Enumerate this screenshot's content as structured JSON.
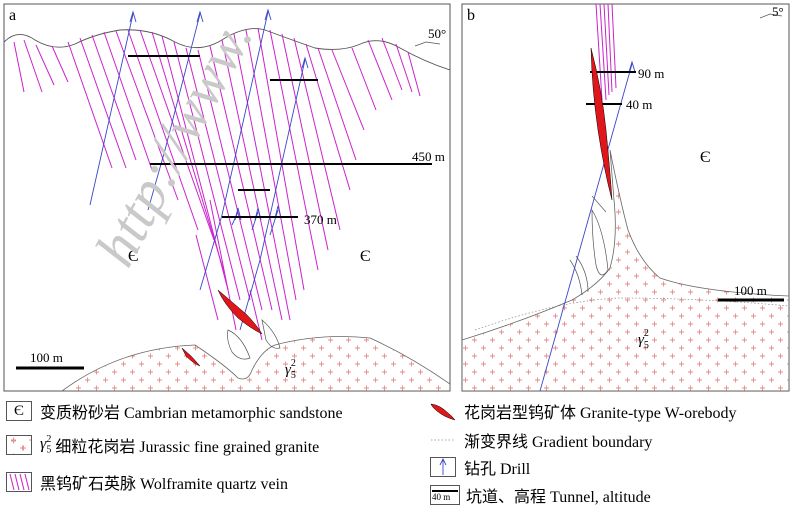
{
  "panels": {
    "a": {
      "label": "a",
      "dip": "50°",
      "tunnels": [
        "450 m",
        "370 m"
      ],
      "rock_labels": [
        "Є",
        "Є"
      ],
      "granite_label_base": "γ",
      "granite_label_sub": "5",
      "granite_label_sup": "2",
      "scale": "100 m"
    },
    "b": {
      "label": "b",
      "dip": "5°",
      "tunnels": [
        "90 m",
        "40 m"
      ],
      "rock_label": "Є",
      "granite_label_base": "γ",
      "granite_label_sub": "5",
      "granite_label_sup": "2",
      "scale": "100 m"
    }
  },
  "watermark": "http://www.",
  "legend": {
    "sandstone": {
      "symbol": "Є",
      "text": "变质粉砂岩 Cambrian metamorphic sandstone"
    },
    "granite": {
      "symbol_base": "γ",
      "symbol_sub": "5",
      "symbol_sup": "2",
      "text": "细粒花岗岩  Jurassic fine grained granite"
    },
    "vein": {
      "text": "黑钨矿石英脉  Wolframite quartz vein"
    },
    "orebody": {
      "text": "花岗岩型钨矿体 Granite-type W-orebody"
    },
    "gradient": {
      "text": "渐变界线 Gradient  boundary"
    },
    "drill": {
      "text": "钻孔   Drill"
    },
    "tunnel": {
      "symbol": "40 m",
      "text": "坑道、高程  Tunnel, altitude"
    }
  },
  "colors": {
    "vein": "#cc22cc",
    "drill": "#3a46c8",
    "orebody": "#e0161b",
    "granite_cross": "#e88a8a",
    "frame": "#555555"
  }
}
